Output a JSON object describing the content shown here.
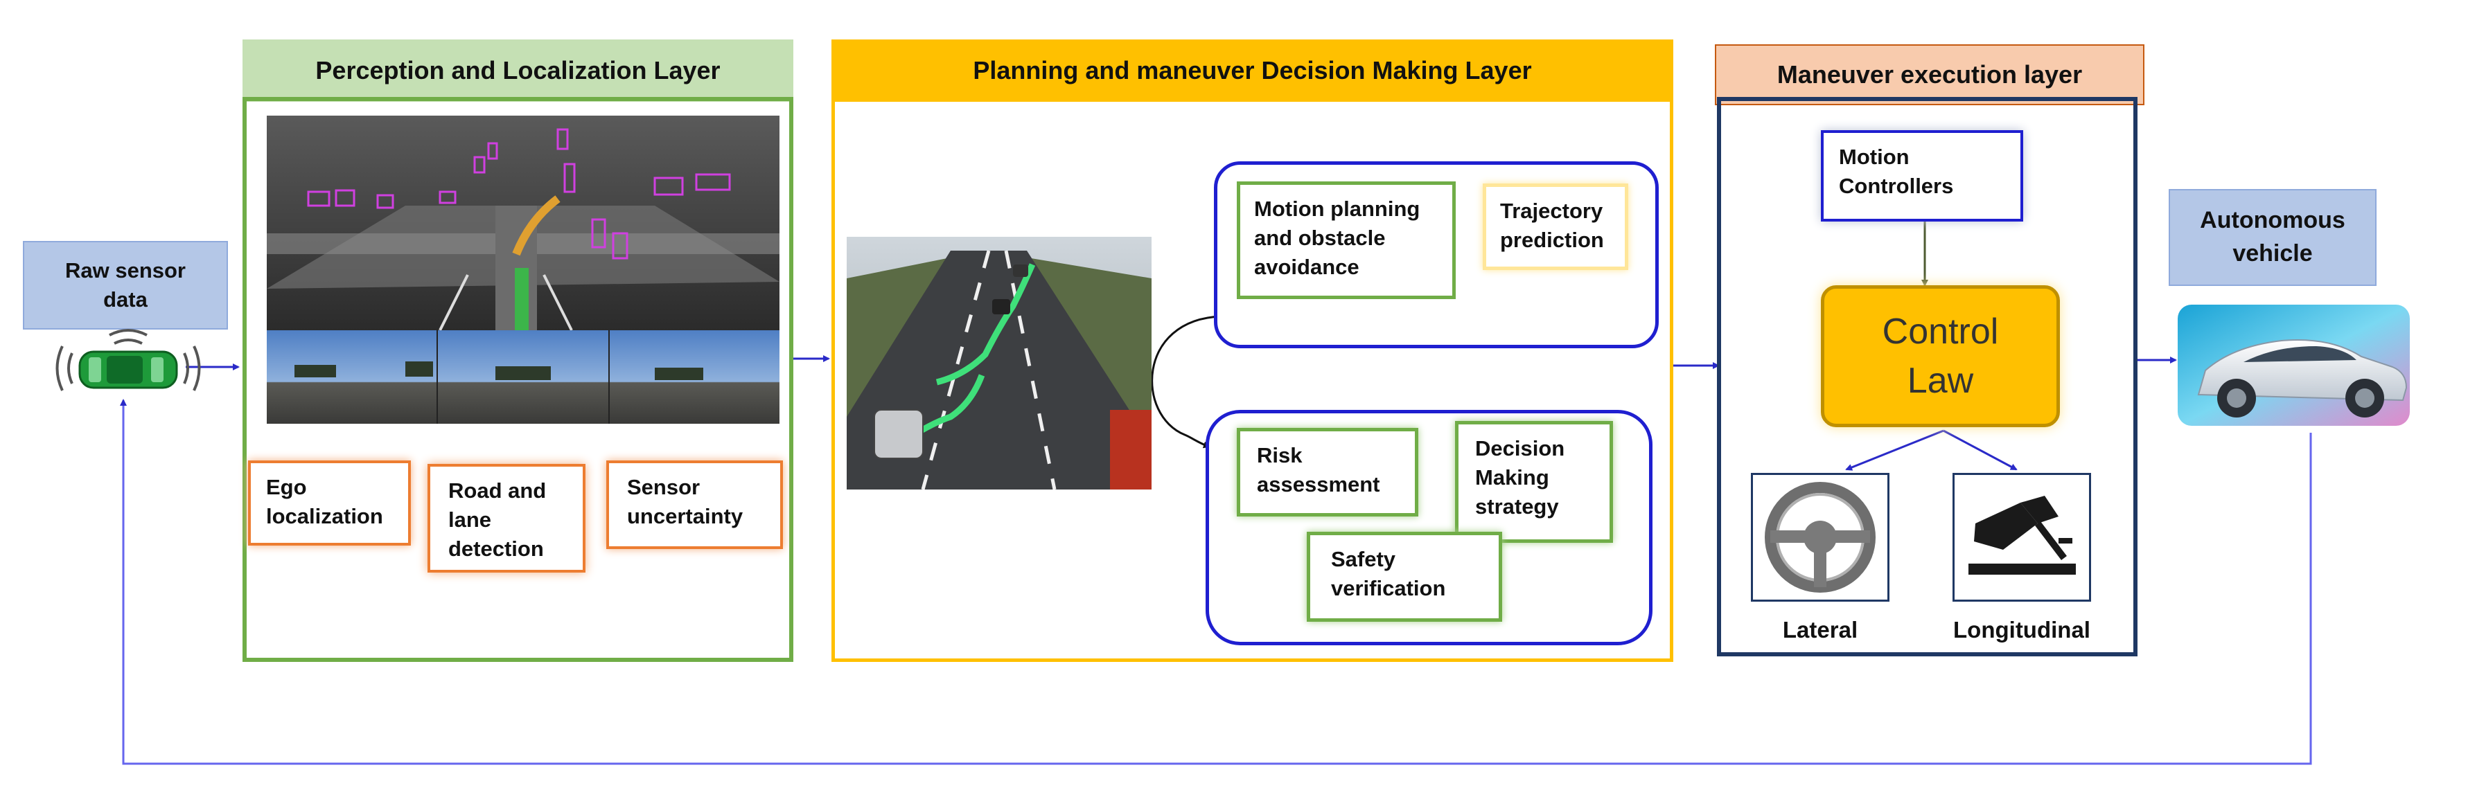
{
  "raw_sensor": {
    "label": "Raw sensor data"
  },
  "perception": {
    "title": "Perception and Localization Layer",
    "modules": [
      "Ego localization",
      "Road and lane detection",
      "Sensor uncertainty"
    ]
  },
  "planning": {
    "title": "Planning and maneuver Decision Making Layer",
    "motion_planning": "Motion planning and obstacle avoidance",
    "trajectory_prediction": "Trajectory prediction",
    "risk_assessment": "Risk assessment",
    "decision_strategy": "Decision Making strategy",
    "safety_verification": "Safety verification"
  },
  "execution": {
    "title": "Maneuver execution layer",
    "motion_controllers": "Motion Controllers",
    "control_law": "Control Law",
    "lateral": "Lateral",
    "longitudinal": "Longitudinal"
  },
  "vehicle": {
    "label": "Autonomous vehicle"
  },
  "colors": {
    "perception_green": "#70AD47",
    "perception_header": "#C5E0B4",
    "planning_gold": "#FFC000",
    "execution_navy": "#1F3864",
    "execution_header": "#F8CBAD",
    "module_orange": "#ED7D31",
    "planning_blue": "#1F1FD0",
    "label_blue": "#B4C7E7",
    "control_law": "#FFC000",
    "feedback_line": "#6666EE"
  }
}
